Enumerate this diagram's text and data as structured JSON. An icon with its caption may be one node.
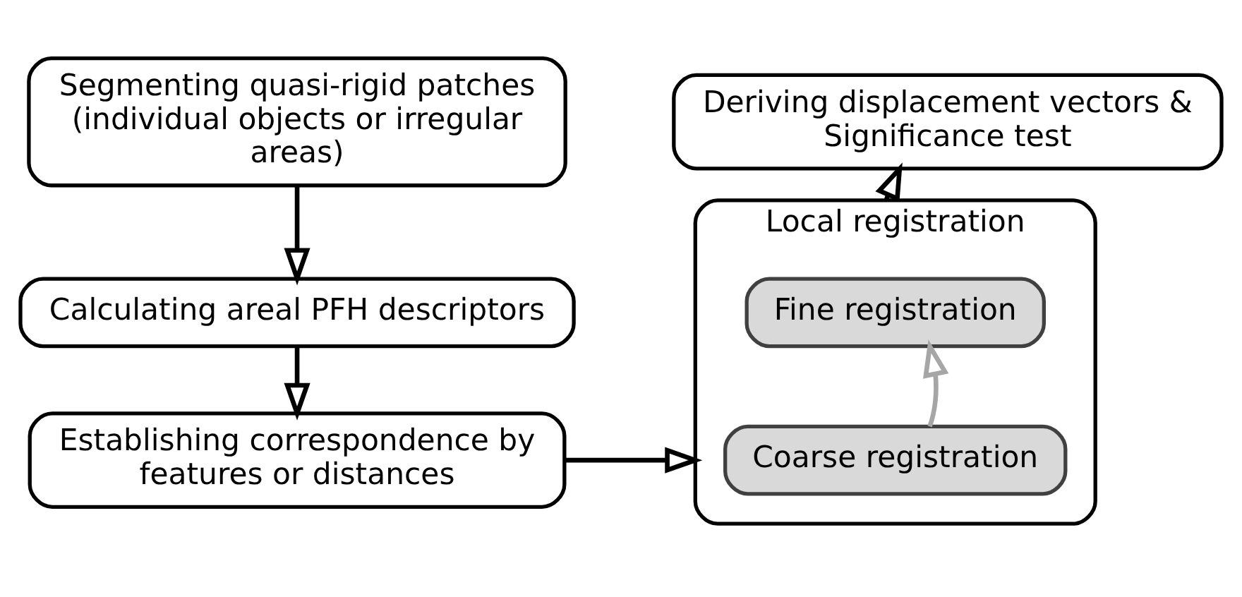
{
  "diagram": {
    "nodes": [
      {
        "text": [
          "Segmenting quasi-rigid patches (individual objects or irregular areas)"
        ]
      },
      {
        "text": [
          "Calculating areal PFH descriptors"
        ]
      },
      {
        "text": [
          "Establishing correspondence by features or distances"
        ]
      },
      {
        "text": [
          "Local registration"
        ]
      },
      {
        "text": [
          "Fine registration"
        ],
        "in": 3
      },
      {
        "text": [
          "Coarse registration"
        ],
        "in": 3
      },
      {
        "text": [
          "Deriving displacement vectors & Significance test"
        ]
      }
    ],
    "edges": [
      {
        "from": 0,
        "to": 1,
        "arrow": "to"
      },
      {
        "from": 1,
        "to": 2,
        "arrow": "to"
      },
      {
        "from": 2,
        "to": 3,
        "arrow": "to"
      },
      {
        "from": 5,
        "to": 4,
        "arrow": "to",
        "color": "#a6a6a6"
      },
      {
        "from": 3,
        "to": 6,
        "arrow": "to"
      }
    ]
  }
}
